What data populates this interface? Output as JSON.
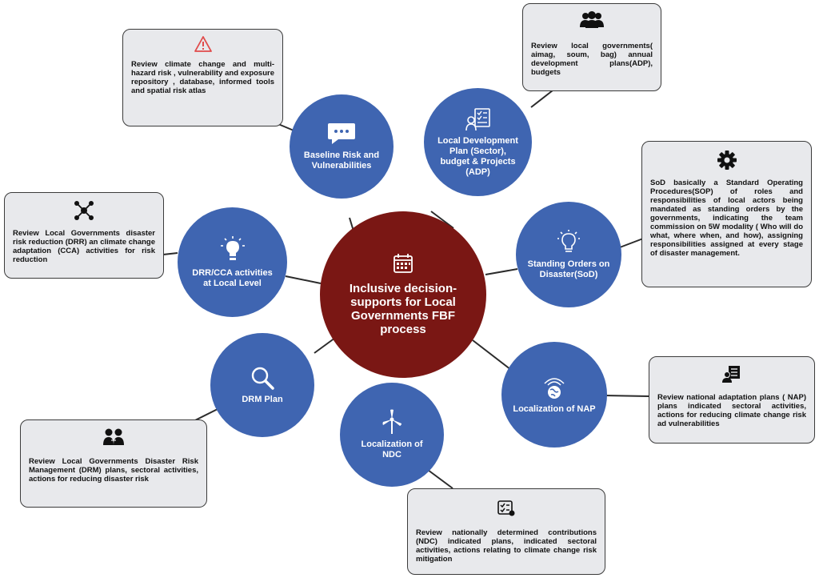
{
  "center": {
    "title": "Inclusive decision-supports for Local Governments FBF process",
    "icon": "calendar-icon"
  },
  "nodes": [
    {
      "id": "baseline",
      "label": "Baseline Risk and Vulnerabilities",
      "icon": "chat-bubble-icon"
    },
    {
      "id": "ldp",
      "label": "Local Development Plan (Sector), budget & Projects (ADP)",
      "icon": "checklist-person-icon"
    },
    {
      "id": "sod",
      "label": "Standing Orders on Disaster(SoD)",
      "icon": "lightbulb-outline-icon"
    },
    {
      "id": "nap",
      "label": "Localization of NAP",
      "icon": "climate-globe-icon"
    },
    {
      "id": "ndc",
      "label": "Localization of NDC",
      "icon": "wind-turbine-icon"
    },
    {
      "id": "drm",
      "label": "DRM Plan",
      "icon": "magnifier-icon"
    },
    {
      "id": "drrcca",
      "label": "DRR/CCA activities at Local Level",
      "icon": "lightbulb-icon"
    }
  ],
  "boxes": [
    {
      "id": "baseline",
      "text": "Review climate change and multi-hazard risk , vulnerability and exposure repository , database, informed tools and spatial risk atlas",
      "icon": "warning-icon"
    },
    {
      "id": "ldp",
      "text": "Review local governments( aimag, soum, bag) annual development plans(ADP), budgets",
      "icon": "people-group-icon"
    },
    {
      "id": "sod",
      "text": "SoD basically a Standard Operating Procedures(SOP) of roles and responsibilities of local actors being mandated as standing orders by the governments, indicating the team commission on 5W modality ( Who will do what, where when, and how), assigning responsibilities assigned at every stage of disaster management.",
      "icon": "gear-icon"
    },
    {
      "id": "nap",
      "text": "Review national adaptation plans ( NAP) plans indicated sectoral activities, actions for reducing climate change risk ad vulnerabilities",
      "icon": "document-person-icon"
    },
    {
      "id": "ndc",
      "text": "Review nationally determined contributions (NDC) indicated plans, indicated sectoral activities, actions relating to climate change risk mitigation",
      "icon": "checklist-icon"
    },
    {
      "id": "drm",
      "text": "Review Local Governments Disaster Risk Management (DRM) plans, sectoral activities, actions for reducing disaster risk",
      "icon": "two-people-icon"
    },
    {
      "id": "drrcca",
      "text": "Review Local Governments disaster risk reduction (DRR) an climate change adaptation (CCA) activities for risk reduction",
      "icon": "network-icon"
    }
  ],
  "colors": {
    "node": "#3F65B1",
    "center": "#7A1714",
    "box_bg": "#E8E9EC",
    "border": "#3B3B3B",
    "warning": "#E04B4B"
  }
}
